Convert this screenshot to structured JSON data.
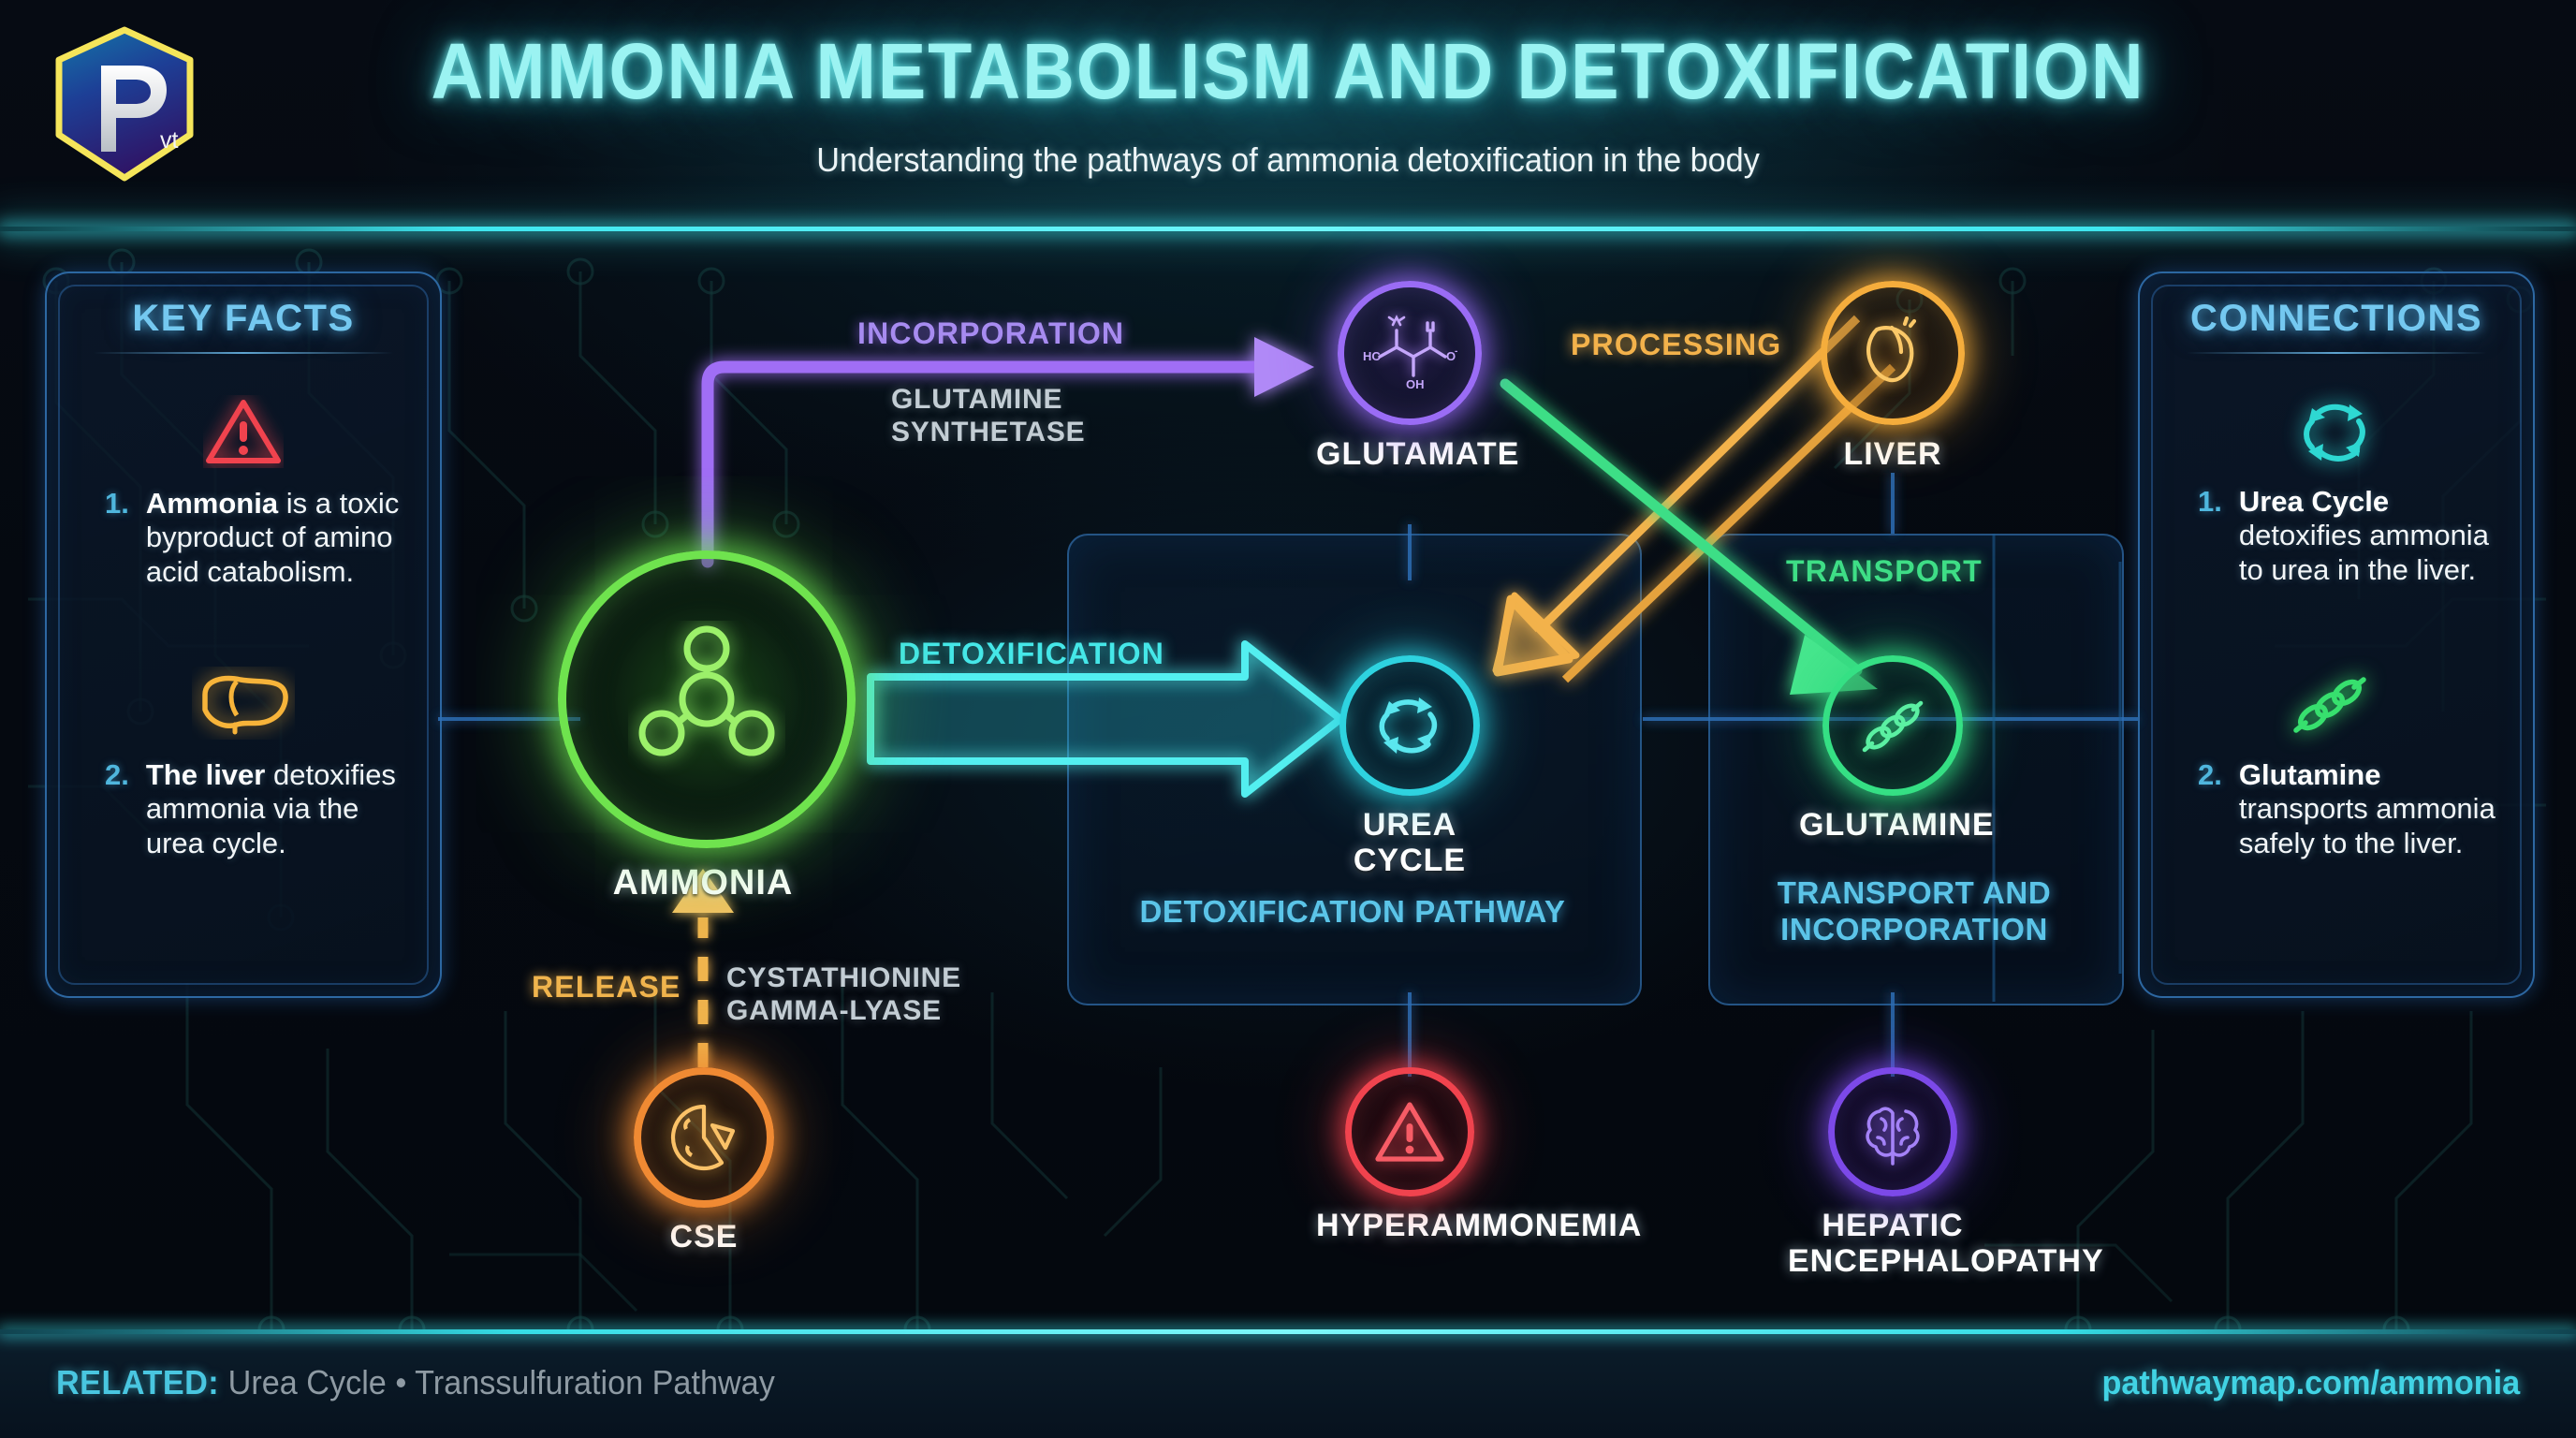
{
  "header": {
    "title": "AMMONIA METABOLISM AND DETOXIFICATION",
    "subtitle": "Understanding the pathways of ammonia detoxification in the body",
    "logo_badge": "vt",
    "logo_letter": "P"
  },
  "key_facts": {
    "title": "KEY FACTS",
    "items": [
      {
        "num": "1.",
        "icon": "warning-triangle-icon",
        "bold": "Ammonia",
        "rest": " is a toxic byproduct of amino acid catabolism."
      },
      {
        "num": "2.",
        "icon": "liver-icon",
        "bold": "The liver",
        "rest": " detoxifies ammonia via the urea cycle."
      }
    ]
  },
  "connections": {
    "title": "CONNECTIONS",
    "items": [
      {
        "num": "1.",
        "icon": "cycle-arrows-icon",
        "bold": "Urea Cycle",
        "rest": " detoxifies ammonia to urea in the liver."
      },
      {
        "num": "2.",
        "icon": "chain-link-icon",
        "bold": "Glutamine",
        "rest": " transports ammonia safely to the liver."
      }
    ]
  },
  "groups": [
    {
      "id": "detox",
      "caption": "DETOXIFICATION PATHWAY"
    },
    {
      "id": "transport",
      "caption": "TRANSPORT AND\nINCORPORATION"
    }
  ],
  "nodes": {
    "ammonia": {
      "label": "AMMONIA",
      "icon": "molecule-icon",
      "color": "#5ee04a"
    },
    "glutamate": {
      "label": "GLUTAMATE",
      "icon": "glutamate-structure-icon",
      "color": "#9a6cf5"
    },
    "liver": {
      "label": "LIVER",
      "icon": "liver-organ-icon",
      "color": "#f5ad3c"
    },
    "urea_cycle": {
      "label": "UREA CYCLE",
      "icon": "cycle-arrows-icon",
      "color": "#2ed3e0"
    },
    "glutamine": {
      "label": "GLUTAMINE",
      "icon": "chain-link-icon",
      "color": "#35e084"
    },
    "cse": {
      "label": "CSE",
      "icon": "enzyme-pie-icon",
      "color": "#f08a33"
    },
    "hyperammonemia": {
      "label": "HYPERAMMONEMIA",
      "icon": "warning-triangle-icon",
      "color": "#f0434e"
    },
    "hepatic_encephalopathy": {
      "label": "HEPATIC\nENCEPHALOPATHY",
      "icon": "brain-icon",
      "color": "#7c49e8"
    }
  },
  "edges": [
    {
      "id": "incorporation",
      "label": "INCORPORATION",
      "enzyme": "GLUTAMINE\nSYNTHETASE",
      "color": "#a06ef5"
    },
    {
      "id": "detoxification",
      "label": "DETOXIFICATION",
      "enzyme": "",
      "color": "#45e7e8"
    },
    {
      "id": "processing",
      "label": "PROCESSING",
      "enzyme": "",
      "color": "#f3b24b"
    },
    {
      "id": "transport",
      "label": "TRANSPORT",
      "enzyme": "",
      "color": "#3ede86"
    },
    {
      "id": "release",
      "label": "RELEASE",
      "enzyme": "CYSTATHIONINE\nGAMMA-LYASE",
      "color": "#f0b44d"
    }
  ],
  "footer": {
    "related_label": "RELATED:",
    "related_items": "Urea Cycle • Transsulfuration Pathway",
    "url": "pathwaymap.com/ammonia"
  },
  "colors": {
    "accent_cyan": "#3ee6ef",
    "panel_blue": "#74c8f0",
    "background": "#05090f"
  }
}
